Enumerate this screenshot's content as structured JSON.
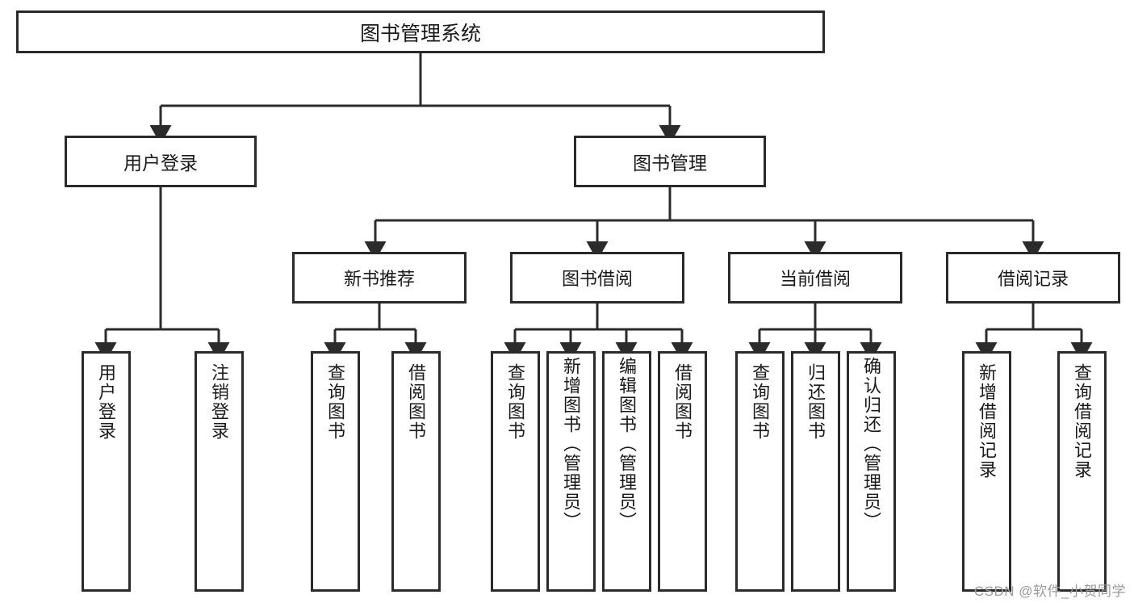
{
  "diagram": {
    "title": "图书管理系统",
    "type": "hierarchy-tree",
    "root": {
      "label": "图书管理系统"
    },
    "level2": [
      {
        "label": "用户登录"
      },
      {
        "label": "图书管理"
      }
    ],
    "level3": [
      {
        "label": "新书推荐"
      },
      {
        "label": "图书借阅"
      },
      {
        "label": "当前借阅"
      },
      {
        "label": "借阅记录"
      }
    ],
    "leaves": {
      "user_login": [
        {
          "label": "用户登录"
        },
        {
          "label": "注销登录"
        }
      ],
      "new_book_recommend": [
        {
          "label": "查询图书"
        },
        {
          "label": "借阅图书"
        }
      ],
      "book_borrow": [
        {
          "label": "查询图书"
        },
        {
          "label": "新增图书（管理员）"
        },
        {
          "label": "编辑图书（管理员）"
        },
        {
          "label": "借阅图书"
        }
      ],
      "current_borrow": [
        {
          "label": "查询图书"
        },
        {
          "label": "归还图书"
        },
        {
          "label": "确认归还（管理员）"
        }
      ],
      "borrow_record": [
        {
          "label": "新增借阅记录"
        },
        {
          "label": "查询借阅记录"
        }
      ]
    }
  },
  "watermark": {
    "text": "CSDN @软件_小贺同学"
  },
  "colors": {
    "stroke": "#2b2b2b",
    "background": "#ffffff",
    "text": "#1a1a1a",
    "watermark": "#9a9a9a"
  }
}
